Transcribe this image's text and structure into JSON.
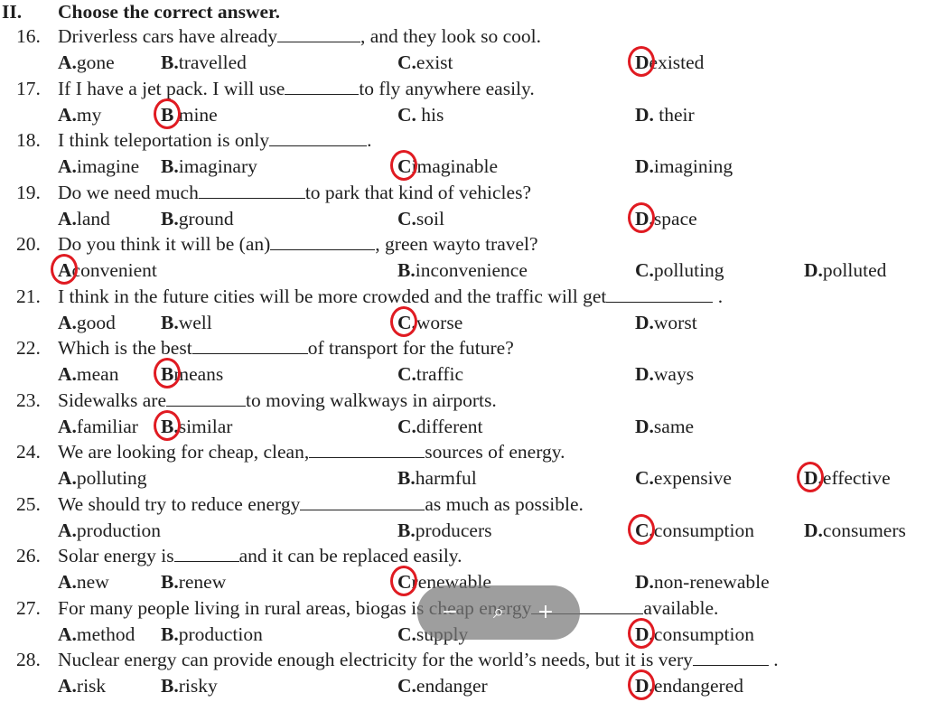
{
  "section": {
    "roman": "II.",
    "title": "Choose the correct answer."
  },
  "questions": [
    {
      "n": "16.",
      "pre": "Driverless cars have already",
      "post": ", and they look so cool.",
      "options": [
        {
          "l": "A.",
          "t": "gone"
        },
        {
          "l": "B.",
          "t": "travelled"
        },
        {
          "l": "C.",
          "t": "exist"
        },
        {
          "l": "D",
          "t": "existed"
        }
      ],
      "answer": "D"
    },
    {
      "n": "17.",
      "pre": "If I have a jet pack. I will use",
      "post": "to fly anywhere easily.",
      "options": [
        {
          "l": "A.",
          "t": "my"
        },
        {
          "l": "B",
          "t": " mine"
        },
        {
          "l": "C.",
          "t": " his"
        },
        {
          "l": "D.",
          "t": " their"
        }
      ],
      "answer": "B"
    },
    {
      "n": "18.",
      "pre": "I think teleportation is only",
      "post": ".",
      "options": [
        {
          "l": "A.",
          "t": "imagine"
        },
        {
          "l": "B.",
          "t": "imaginary"
        },
        {
          "l": "C",
          "t": "imaginable"
        },
        {
          "l": "D.",
          "t": "imagining"
        }
      ],
      "answer": "C"
    },
    {
      "n": "19.",
      "pre": "Do we need much",
      "post": "to park that kind of vehicles?",
      "options": [
        {
          "l": "A.",
          "t": "land"
        },
        {
          "l": "B.",
          "t": "ground"
        },
        {
          "l": "C.",
          "t": "soil"
        },
        {
          "l": "D.",
          "t": "space"
        }
      ],
      "answer": "D"
    },
    {
      "n": "20.",
      "pre": "Do you think it will be (an)",
      "post": ", green wayto travel?",
      "options": [
        {
          "l": "A",
          "t": "convenient"
        },
        {
          "l": "B.",
          "t": "inconvenience"
        },
        {
          "l": "C.",
          "t": "polluting"
        },
        {
          "l": "D.",
          "t": "polluted"
        }
      ],
      "answer": "A"
    },
    {
      "n": "21.",
      "pre": "I think in the future cities will be more crowded and the traffic will get",
      "post": " .",
      "options": [
        {
          "l": "A.",
          "t": "good"
        },
        {
          "l": "B.",
          "t": "well"
        },
        {
          "l": "C.",
          "t": "worse"
        },
        {
          "l": "D.",
          "t": "worst"
        }
      ],
      "answer": "C"
    },
    {
      "n": "22.",
      "pre": "Which is the best",
      "post": "of transport for the future?",
      "options": [
        {
          "l": "A.",
          "t": "mean"
        },
        {
          "l": "B",
          "t": "means"
        },
        {
          "l": "C.",
          "t": "traffic"
        },
        {
          "l": "D.",
          "t": "ways"
        }
      ],
      "answer": "B"
    },
    {
      "n": "23.",
      "pre": "Sidewalks are",
      "post": "to moving walkways in airports.",
      "options": [
        {
          "l": "A.",
          "t": "familiar"
        },
        {
          "l": "B.",
          "t": "similar"
        },
        {
          "l": "C.",
          "t": "different"
        },
        {
          "l": "D.",
          "t": "same"
        }
      ],
      "answer": "B"
    },
    {
      "n": "24.",
      "pre": "We are looking for cheap, clean,",
      "post": "sources of energy.",
      "options": [
        {
          "l": "A.",
          "t": "polluting"
        },
        {
          "l": "B.",
          "t": "harmful"
        },
        {
          "l": "C.",
          "t": "expensive"
        },
        {
          "l": "D.",
          "t": "effective"
        }
      ],
      "answer": "D"
    },
    {
      "n": "25.",
      "pre": "We should try to reduce energy",
      "post": "as much as possible.",
      "options": [
        {
          "l": "A.",
          "t": "production"
        },
        {
          "l": "B.",
          "t": "producers"
        },
        {
          "l": "C.",
          "t": "consumption"
        },
        {
          "l": "D.",
          "t": "consumers"
        }
      ],
      "answer": "C"
    },
    {
      "n": "26.",
      "pre": "Solar energy is",
      "post": "and it can be replaced easily.",
      "options": [
        {
          "l": "A.",
          "t": "new"
        },
        {
          "l": "B.",
          "t": "renew"
        },
        {
          "l": "C",
          "t": "renewable"
        },
        {
          "l": "D.",
          "t": "non-renewable"
        }
      ],
      "answer": "C"
    },
    {
      "n": "27.",
      "pre": "For many people living in rural areas, biogas is cheap energy",
      "post": "available.",
      "options": [
        {
          "l": "A.",
          "t": "method"
        },
        {
          "l": "B.",
          "t": "production"
        },
        {
          "l": "C.",
          "t": "supply"
        },
        {
          "l": "D.",
          "t": "consumption"
        }
      ],
      "answer": "D"
    },
    {
      "n": "28.",
      "pre": "Nuclear energy can provide enough electricity for the world’s needs, but it is very",
      "post": " .",
      "options": [
        {
          "l": "A.",
          "t": "risk"
        },
        {
          "l": "B.",
          "t": "risky"
        },
        {
          "l": "C.",
          "t": "endanger"
        },
        {
          "l": "D.",
          "t": "endangered"
        }
      ],
      "answer": "D"
    }
  ],
  "overlay": {
    "zoom_out_icon": "minus-icon",
    "search_icon": "magnifier-icon",
    "zoom_in_icon": "plus-icon",
    "zoom_out_glyph": "−",
    "search_glyph": "⌕",
    "zoom_in_glyph": "+"
  },
  "colors": {
    "ring": "#e01b22",
    "text": "#1f1f1f",
    "overlay": "#787878"
  }
}
